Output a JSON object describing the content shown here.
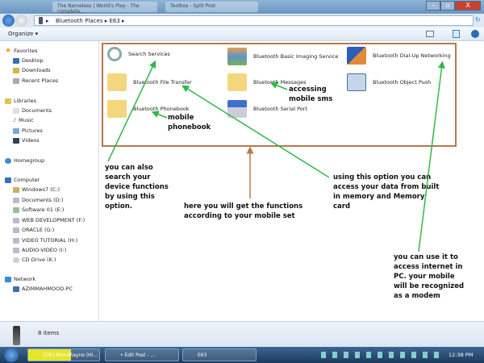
{
  "titlebar": {
    "tabs": [
      "The Nameless | World's Play - The complete...",
      "Toolbox - Split Post"
    ]
  },
  "window_buttons": {
    "minimize": "–",
    "maximize": "▫",
    "close": "X"
  },
  "address": {
    "crumbs": [
      "Bluetooth Places",
      "E63"
    ],
    "sep": "▸"
  },
  "toolbar": {
    "organize": "Organize ▾"
  },
  "sidebar": {
    "favorites": {
      "label": "Favorites",
      "items": [
        "Desktop",
        "Downloads",
        "Recent Places"
      ]
    },
    "libraries": {
      "label": "Libraries",
      "items": [
        "Documents",
        "Music",
        "Pictures",
        "Videos"
      ]
    },
    "homegroup": "Homegroup",
    "computer": {
      "label": "Computer",
      "items": [
        "Windows7 (C:)",
        "Documents (D:)",
        "Software 01 (E:)",
        "WEB DEVELOPMENT (F:)",
        "ORACLE (G:)",
        "VIDEO TUTORIAL (H:)",
        "AUDIO-VIDEO (I:)",
        "CD Drive (K:)"
      ]
    },
    "network": {
      "label": "Network",
      "items": [
        "AZIMMAHMOOD-PC"
      ]
    }
  },
  "items": [
    "Search Services",
    "Bluetooth Basic Imaging Service",
    "Bluetooth Dial-Up Networking",
    "Bluetooth File Transfer",
    "Bluetooth Messages",
    "Bluetooth Object Push",
    "Bluetooth Phonebook",
    "Bluetooth Serial Port"
  ],
  "annotations": {
    "sms": "accessing mobile sms",
    "phonebook": "mobile phonebook",
    "search": "you can also search your device functions by using this option.",
    "functions": "here you will get the functions according to your mobile set",
    "file_transfer": "using this option you can access your data from built in memory and Memory card",
    "dialup": "you can use it to access internet in PC. your mobile will be recognized as a modem"
  },
  "status": {
    "count": "8 items"
  },
  "taskbar": {
    "tasks": [
      "[2/5] BloodRayne (Hi...",
      "• Edit Post - ...",
      "E63"
    ],
    "clock": "12:38 PM"
  },
  "colors": {
    "arrow_green": "#2eb84a",
    "arrow_brown": "#b7794a"
  }
}
